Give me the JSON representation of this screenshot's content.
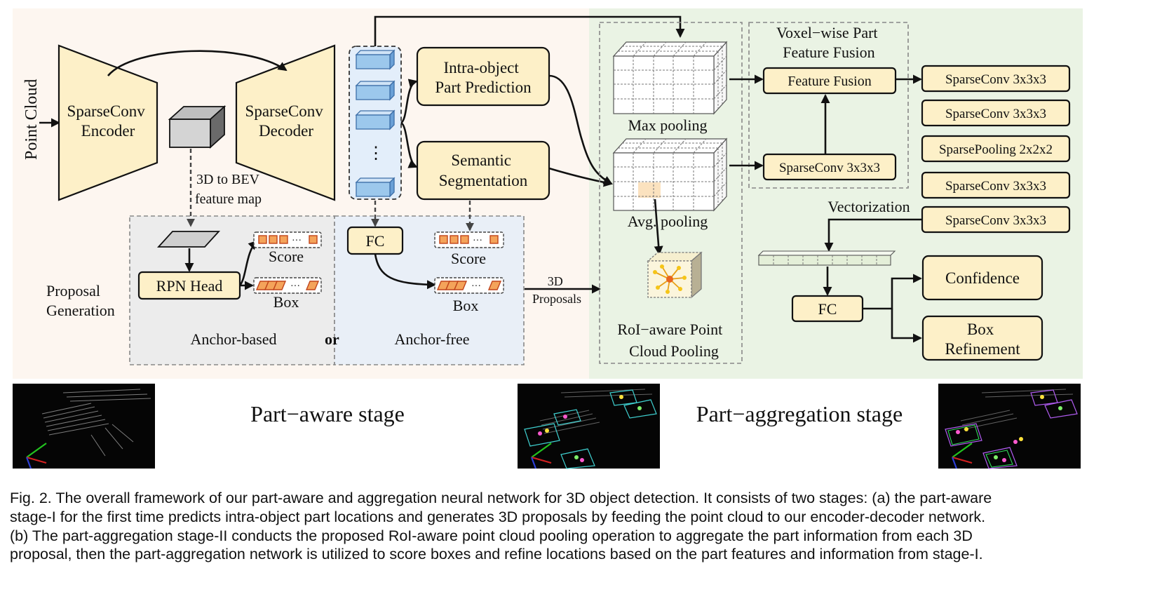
{
  "diagram": {
    "input_label": "Point Cloud",
    "encoder": [
      "SparseConv",
      "Encoder"
    ],
    "decoder": [
      "SparseConv",
      "Decoder"
    ],
    "bev_label": [
      "3D to BEV",
      "feature map"
    ],
    "rpn_head": "RPN Head",
    "score_label": "Score",
    "box_label": "Box",
    "fc_label": "FC",
    "intra_object": [
      "Intra-object",
      "Part Prediction"
    ],
    "semantic_seg": [
      "Semantic",
      "Segmentation"
    ],
    "proposal_generation": [
      "Proposal",
      "Generation"
    ],
    "anchor_based": "Anchor-based",
    "or_label": "or",
    "anchor_free": "Anchor-free",
    "proposals_3d": [
      "3D",
      "Proposals"
    ],
    "max_pooling": "Max pooling",
    "avg_pooling": "Avg. pooling",
    "roi_pooling": [
      "RoI−aware Point",
      "Cloud Pooling"
    ],
    "voxel_fusion_title": [
      "Voxel−wise Part",
      "Feature Fusion"
    ],
    "feature_fusion": "Feature Fusion",
    "sparseconv_small": "SparseConv 3x3x3",
    "stack": [
      "SparseConv 3x3x3",
      "SparseConv 3x3x3",
      "SparsePooling 2x2x2",
      "SparseConv 3x3x3",
      "SparseConv 3x3x3"
    ],
    "vectorization": "Vectorization",
    "fc_head": "FC",
    "confidence": "Confidence",
    "box_refinement": [
      "Box",
      "Refinement"
    ],
    "ellipsis": "⋮",
    "dots": "···"
  },
  "stages": {
    "part_aware": "Part−aware stage",
    "part_aggregation": "Part−aggregation stage"
  },
  "caption": [
    "Fig. 2. The overall framework of our part-aware and aggregation neural network for 3D object detection. It consists of two stages: (a) the part-aware",
    "stage-I for the first time predicts intra-object part locations and generates 3D proposals by feeding the point cloud to our encoder-decoder network.",
    "(b) The part-aggregation stage-II conducts the proposed RoI-aware point cloud pooling operation to aggregate the part information from each 3D",
    "proposal, then the part-aggregation network is utilized to score boxes and refine locations based on the part features and information from stage-I."
  ],
  "colors": {
    "stage1_bg": "#fdf6f0",
    "stage2_bg": "#eaf3e4",
    "box_fill": "#fdf0c8",
    "feature_blue": "#9cc8ec",
    "anchor_based_bg": "#ececec",
    "anchor_free_bg": "#e9eff7",
    "orange": "#f4a35a"
  }
}
